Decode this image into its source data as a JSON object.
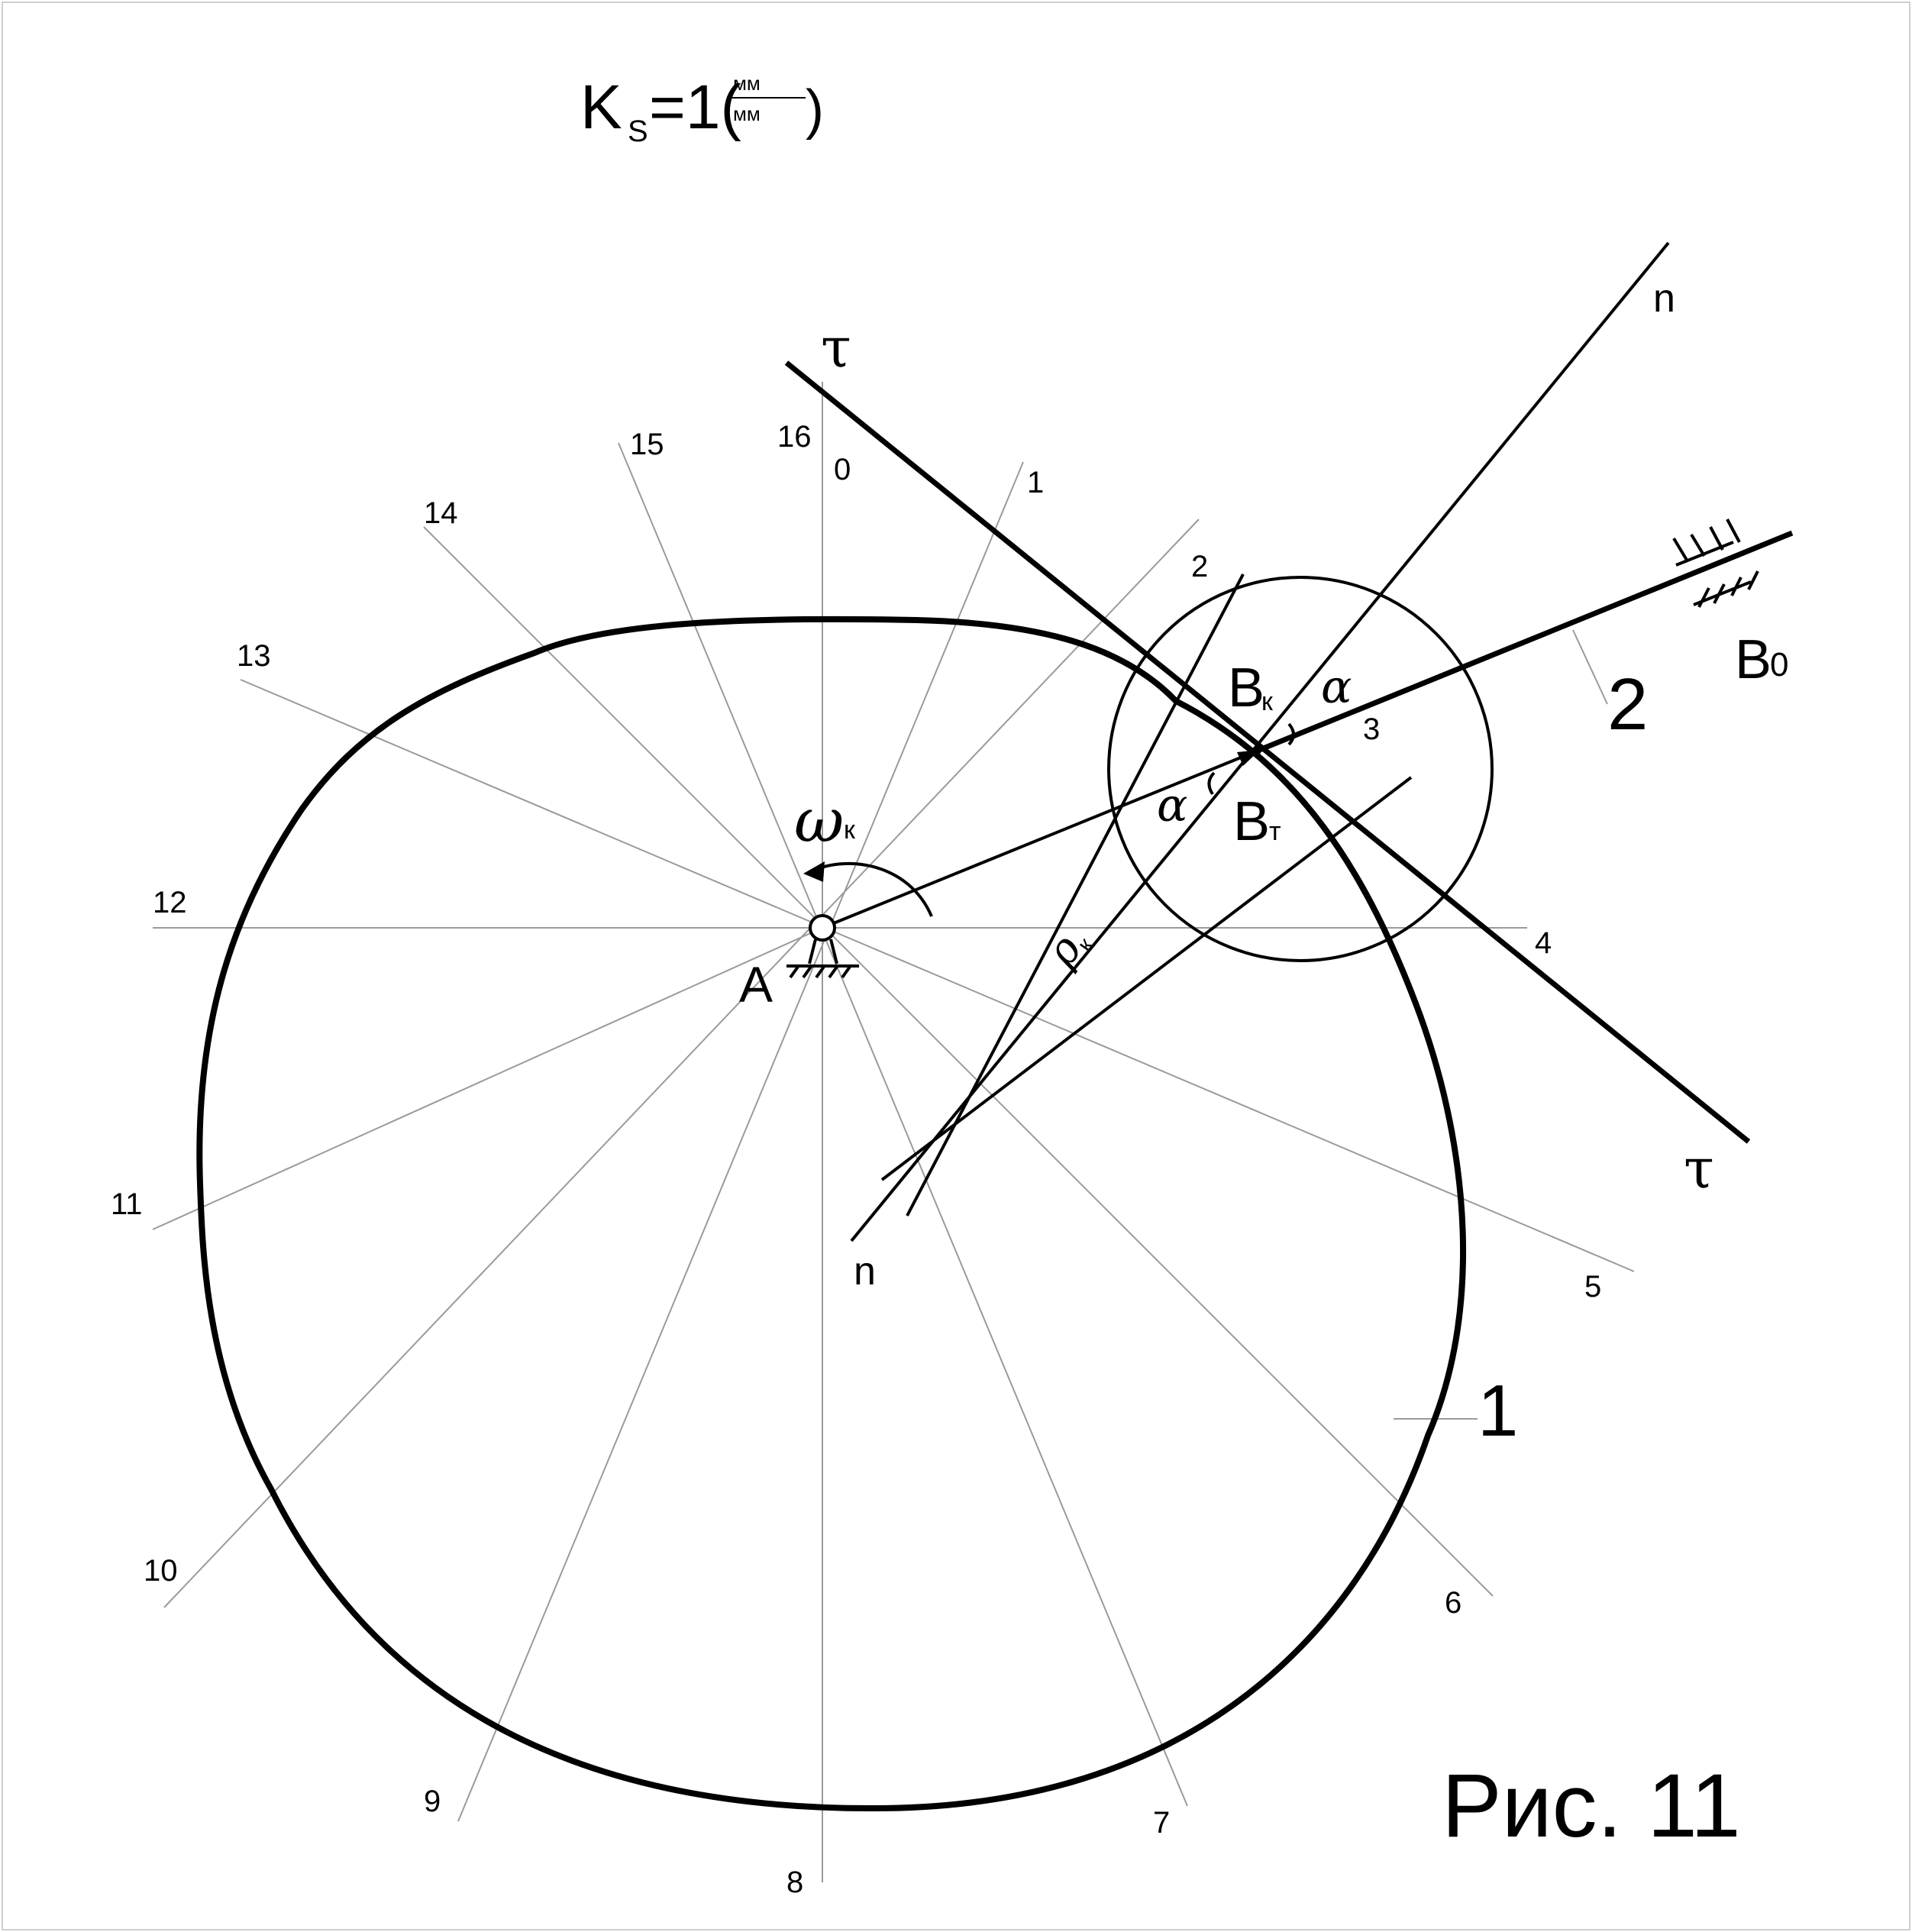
{
  "scale": {
    "prefix": "K",
    "subscript": "S",
    "equals": "=1(",
    "fraction_top": "мм",
    "fraction_bottom": "мм",
    "close": ")"
  },
  "figure_caption": "Рис. 11",
  "position_labels": [
    "0",
    "1",
    "2",
    "3",
    "4",
    "5",
    "6",
    "7",
    "8",
    "9",
    "10",
    "11",
    "12",
    "13",
    "14",
    "15",
    "16"
  ],
  "tangent_label": "τ",
  "normal_label": "n",
  "angle_label": "α",
  "radius_label": "ρ",
  "radius_subscript": "к",
  "omega_symbol": "ω",
  "omega_subscript": "к",
  "point_A": "A",
  "point_Bk": "B",
  "point_Bk_sub": "к",
  "point_Bt": "B",
  "point_Bt_sub": "т",
  "point_B0": "B",
  "point_B0_sub": "0",
  "link_cam": "1",
  "link_follower": "2"
}
